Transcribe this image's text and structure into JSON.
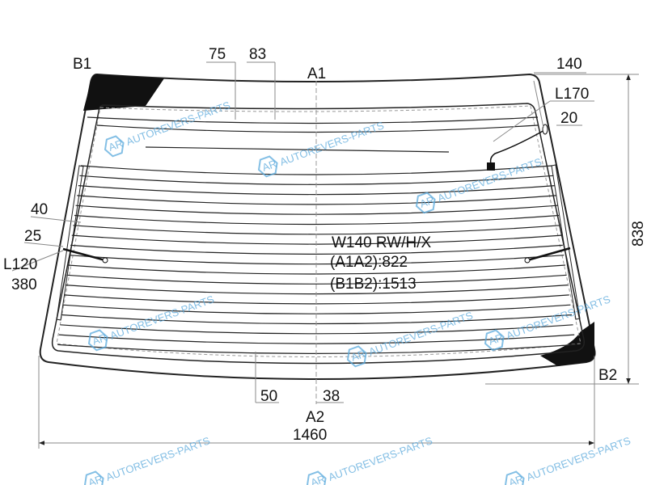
{
  "drawing": {
    "part_code": "W140 RW/H/X",
    "a1a2": "(A1A2):822",
    "b1b2": "(B1B2):1513",
    "points": {
      "a1": "A1",
      "a2": "A2",
      "b1": "B1",
      "b2": "B2"
    },
    "dimensions": {
      "d75": "75",
      "d83": "83",
      "d140": "140",
      "l170": "L170",
      "d20": "20",
      "d40": "40",
      "d25": "25",
      "l120": "L120",
      "d380": "380",
      "d50": "50",
      "d38": "38",
      "width": "1460",
      "height": "838"
    }
  },
  "watermark": {
    "text": "AUTOREVERS-PARTS",
    "logo": "AR",
    "color": "#5aa9dc"
  }
}
